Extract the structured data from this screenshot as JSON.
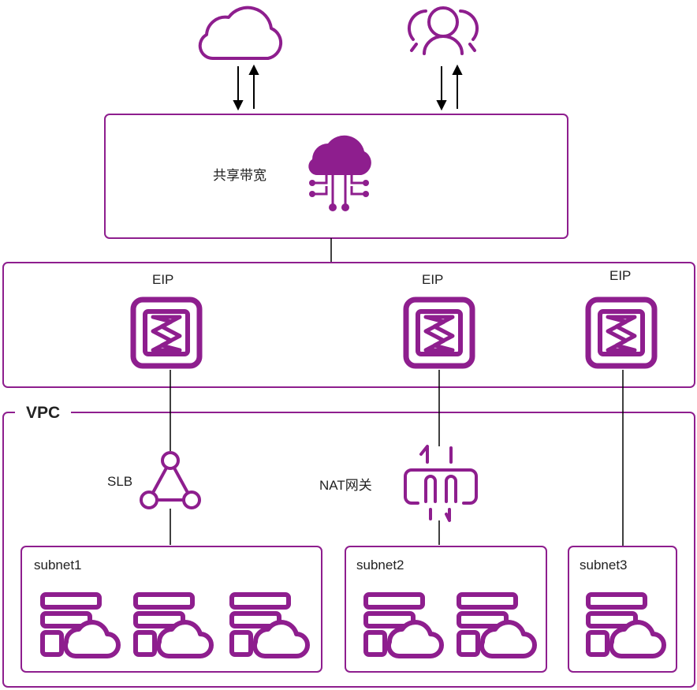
{
  "bandwidth": {
    "label": "共享带宽"
  },
  "eips": [
    {
      "label": "EIP"
    },
    {
      "label": "EIP"
    },
    {
      "label": "EIP"
    }
  ],
  "vpc": {
    "label": "VPC"
  },
  "slb": {
    "label": "SLB"
  },
  "nat": {
    "label": "NAT网关"
  },
  "subnets": [
    {
      "label": "subnet1"
    },
    {
      "label": "subnet2"
    },
    {
      "label": "subnet3"
    }
  ],
  "colors": {
    "accent": "#8e1e8e",
    "line": "#000000"
  }
}
